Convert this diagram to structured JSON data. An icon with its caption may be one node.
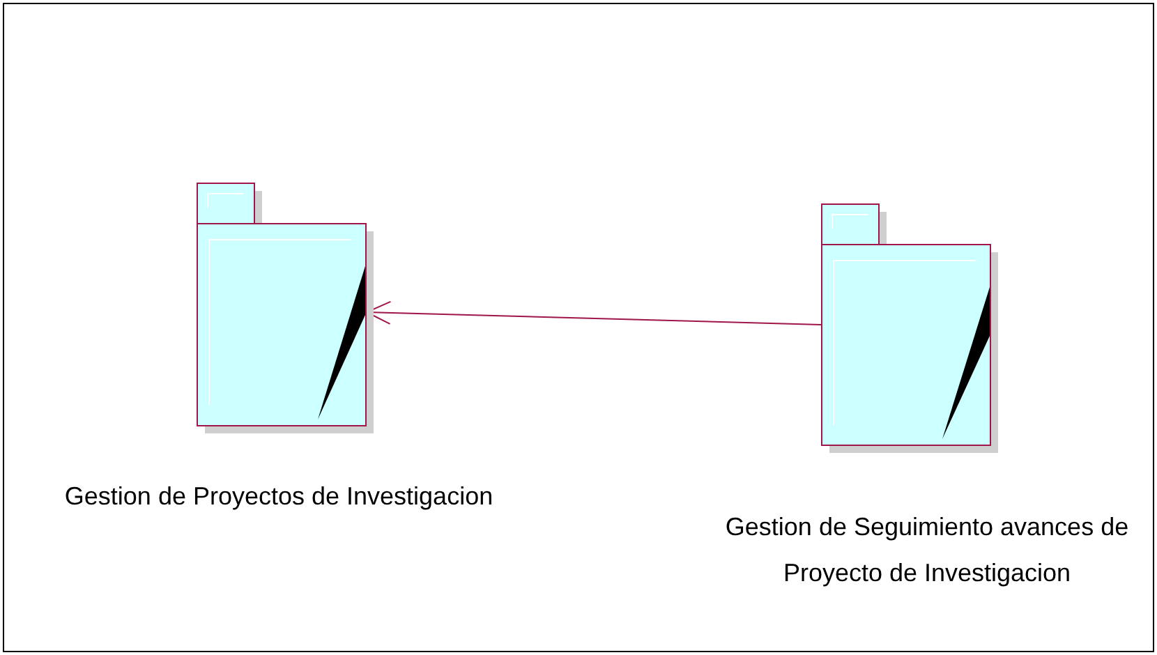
{
  "diagram": {
    "nodes": [
      {
        "text": [
          "Gestion de Proyectos de Investigacion"
        ]
      },
      {
        "text": [
          "Gestion de Seguimiento avances de Proyecto de Investigacion"
        ]
      }
    ],
    "edges": [
      {
        "from": 1,
        "to": 0,
        "arrow": "to"
      }
    ]
  }
}
